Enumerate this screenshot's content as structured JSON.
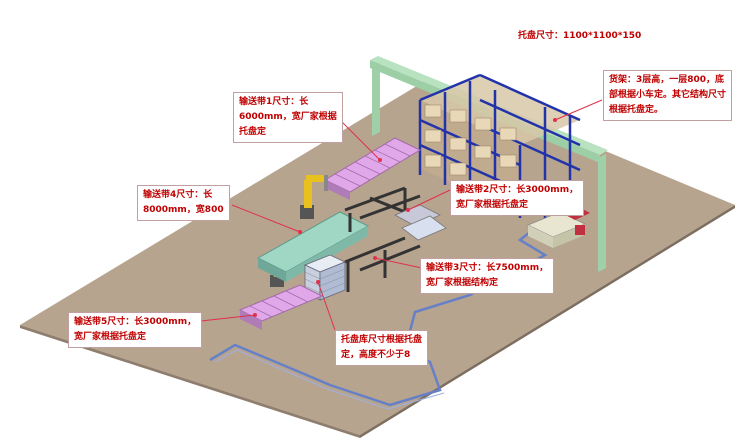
{
  "title": "托盘尺寸：1100*1100*150",
  "callouts": {
    "rack": [
      "货架：3层高，一层800，底",
      "部根据小车定。其它结构尺寸",
      "根据托盘定。"
    ],
    "conveyor1": [
      "输送带1尺寸：长",
      "6000mm，宽厂家根据",
      "托盘定"
    ],
    "conveyor2": [
      "输送带2尺寸：长3000mm，",
      "宽厂家根据托盘定"
    ],
    "conveyor4": [
      "输送带4尺寸：长",
      "8000mm，宽800"
    ],
    "conveyor3": [
      "输送带3尺寸：长7500mm，",
      "宽厂家根据结构定"
    ],
    "conveyor5": [
      "输送带5尺寸：长3000mm，",
      "宽厂家根据托盘定"
    ],
    "pallet_store": [
      "托盘库尺寸根据托盘",
      "定，高度不少于8"
    ]
  },
  "colors": {
    "floor": "#b7a48f",
    "gantry": "#a8d8b0",
    "rack_frame": "#2233aa",
    "conveyor": "#e0a8e8",
    "robot": "#e8c020",
    "leader": "#e0304a",
    "agv_track": "#6680c8"
  }
}
